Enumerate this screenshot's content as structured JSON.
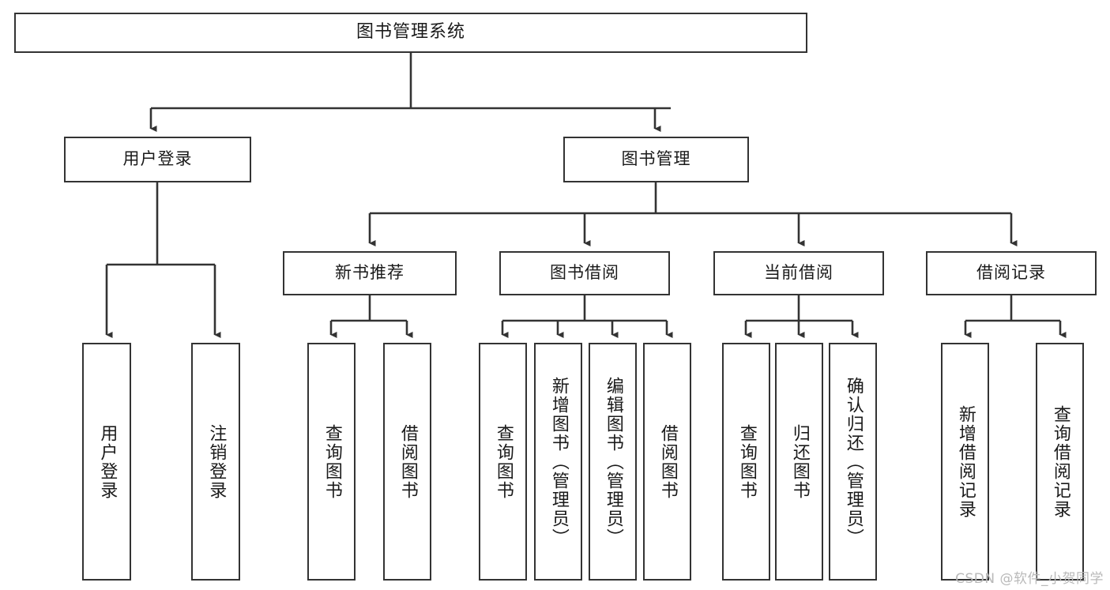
{
  "diagram": {
    "title": "图书管理系统",
    "type": "tree-hierarchy",
    "watermark": "CSDN @软件_小贺同学",
    "colors": {
      "box_border": "#333333",
      "box_fill": "#ffffff",
      "connector": "#333333",
      "text": "#1a1a1a",
      "watermark": "#b9b9b9",
      "background": "#ffffff"
    },
    "levels": {
      "level1": "系统",
      "level2": "模块",
      "level3": "子模块",
      "level4": "功能"
    },
    "nodes": {
      "root": {
        "label": "图书管理系统"
      },
      "l2": [
        {
          "id": "user-login",
          "label": "用户登录"
        },
        {
          "id": "book-manage",
          "label": "图书管理"
        }
      ],
      "l3": [
        {
          "id": "new-book-rec",
          "label": "新书推荐"
        },
        {
          "id": "book-borrow",
          "label": "图书借阅"
        },
        {
          "id": "current-borrow",
          "label": "当前借阅"
        },
        {
          "id": "borrow-record",
          "label": "借阅记录"
        }
      ],
      "leaves": [
        {
          "id": "leaf-user-login",
          "label": "用户登录",
          "parent": "user-login"
        },
        {
          "id": "leaf-logout-login",
          "label": "注销登录",
          "parent": "user-login"
        },
        {
          "id": "leaf-query-book-1",
          "label": "查询图书",
          "parent": "new-book-rec"
        },
        {
          "id": "leaf-borrow-book-1",
          "label": "借阅图书",
          "parent": "new-book-rec"
        },
        {
          "id": "leaf-query-book-2",
          "label": "查询图书",
          "parent": "book-borrow"
        },
        {
          "id": "leaf-add-book",
          "label": "新增图书（管理员）",
          "parent": "book-borrow"
        },
        {
          "id": "leaf-edit-book",
          "label": "编辑图书（管理员）",
          "parent": "book-borrow"
        },
        {
          "id": "leaf-borrow-book-2",
          "label": "借阅图书",
          "parent": "book-borrow"
        },
        {
          "id": "leaf-query-book-3",
          "label": "查询图书",
          "parent": "current-borrow"
        },
        {
          "id": "leaf-return-book",
          "label": "归还图书",
          "parent": "current-borrow"
        },
        {
          "id": "leaf-confirm-return",
          "label": "确认归还（管理员）",
          "parent": "current-borrow"
        },
        {
          "id": "leaf-add-record",
          "label": "新增借阅记录",
          "parent": "borrow-record"
        },
        {
          "id": "leaf-query-record",
          "label": "查询借阅记录",
          "parent": "borrow-record"
        }
      ]
    }
  }
}
